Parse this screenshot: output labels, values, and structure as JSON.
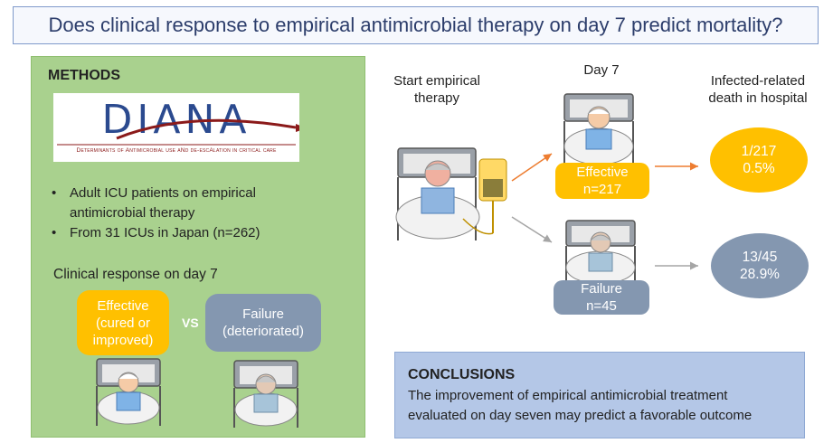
{
  "title": "Does clinical response to empirical antimicrobial therapy on day 7 predict mortality?",
  "methods": {
    "heading": "METHODS",
    "logo": {
      "name": "DIANA",
      "subtitle": "Determinants of Antimicrobial use aNd de-escAlation in critical care"
    },
    "bullets": [
      "Adult ICU patients on empirical antimicrobial therapy",
      "From 31 ICUs in Japan (n=262)"
    ],
    "response_heading": "Clinical response on day 7",
    "effective_label": "Effective (cured or improved)",
    "vs": "VS",
    "failure_label": "Failure (deteriorated)"
  },
  "flow": {
    "start_label": "Start empirical therapy",
    "day7_label": "Day 7",
    "outcome_label": "Infected-related death in hospital",
    "effective": {
      "label": "Effective",
      "n": "n=217",
      "deaths": "1/217",
      "pct": "0.5%"
    },
    "failure": {
      "label": "Failure",
      "n": "n=45",
      "deaths": "13/45",
      "pct": "28.9%"
    }
  },
  "conclusions": {
    "heading": "CONCLUSIONS",
    "text": "The improvement of empirical antimicrobial treatment evaluated on day seven may predict a favorable outcome"
  },
  "colors": {
    "effective": "#ffc000",
    "failure": "#8497b0",
    "methods_bg": "#a9d18e",
    "conclusions_bg": "#b4c7e7",
    "effective_arrow": "#ed7d31",
    "failure_arrow": "#a5a5a5"
  }
}
